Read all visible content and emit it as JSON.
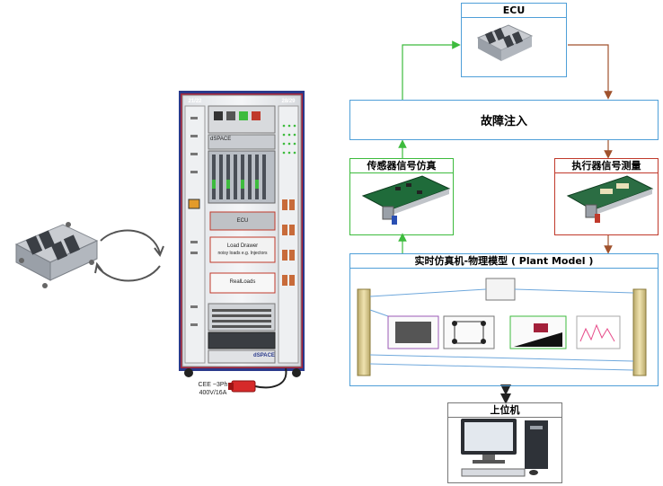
{
  "ecu": {
    "title": "ECU"
  },
  "fault": {
    "title": "故障注入"
  },
  "sensor": {
    "title": "传感器信号仿真"
  },
  "actuator": {
    "title": "执行器信号测量"
  },
  "plant": {
    "title": "实时仿真机-物理模型 ( Plant Model )"
  },
  "host": {
    "title": "上位机"
  },
  "rack": {
    "slot_left": "21/22",
    "slot_right": "28/29",
    "brand_top": "dSPACE",
    "brand_bottom": "dSPACE",
    "ecu_label": "ECU",
    "load_drawer_line1": "Load Drawer",
    "load_drawer_line2": "noisy loads e.g. Injectors",
    "realloads": "RealLoads",
    "power_line1": "CEE ~3Ph",
    "power_line2": "400V/16A"
  },
  "colors": {
    "blue": "#4f9fd8",
    "green": "#3dbb3d",
    "red": "#c0392b",
    "brown": "#a0522d",
    "rack_navy": "#2a3a8c",
    "rack_red": "#a3203a"
  }
}
